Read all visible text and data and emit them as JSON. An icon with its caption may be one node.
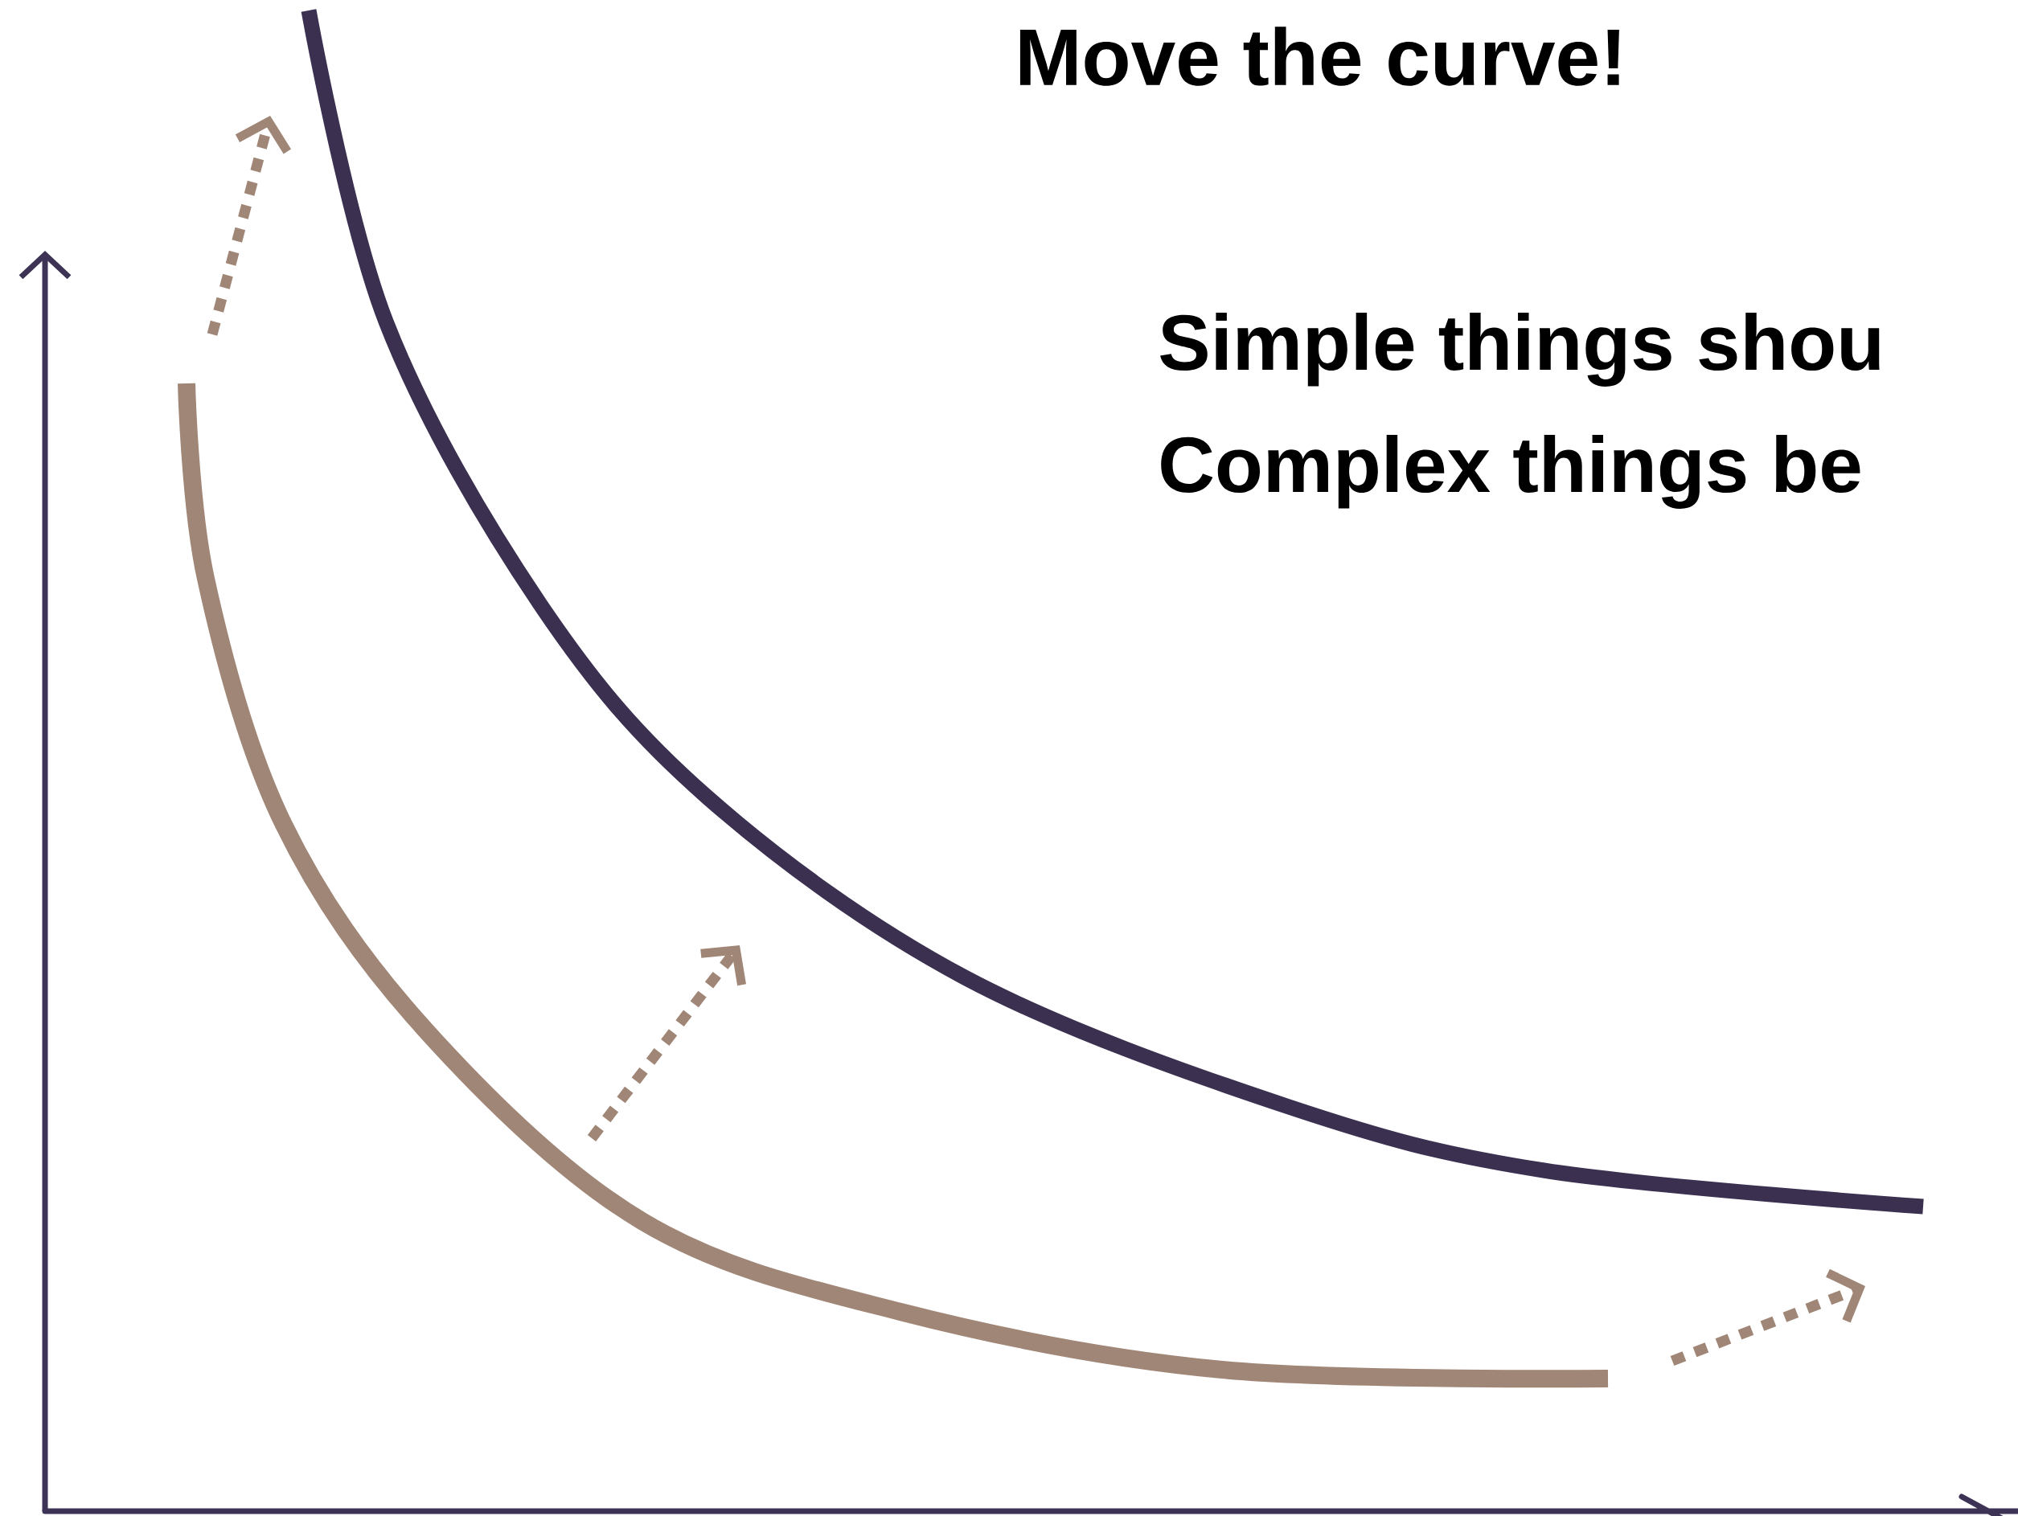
{
  "diagram": {
    "title": "Move the curve!",
    "labels": [
      "Simple things shou",
      "Complex things be"
    ]
  }
}
